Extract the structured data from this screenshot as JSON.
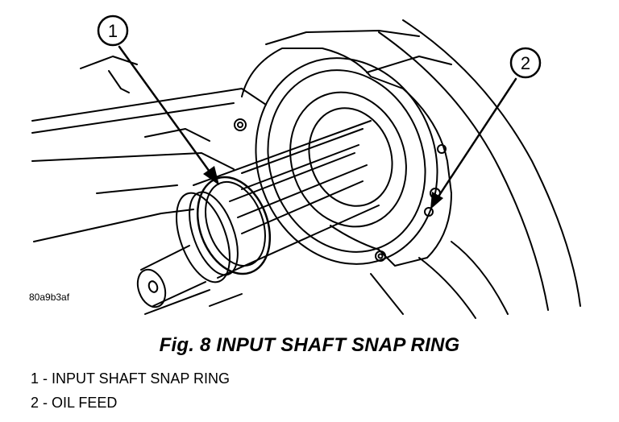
{
  "figure": {
    "image_id": "80a9b3af",
    "caption": "Fig. 8 INPUT SHAFT SNAP RING",
    "callouts": [
      {
        "number": "1"
      },
      {
        "number": "2"
      }
    ],
    "legend": [
      {
        "text": "1 - INPUT SHAFT SNAP RING"
      },
      {
        "text": "2 - OIL FEED"
      }
    ]
  }
}
